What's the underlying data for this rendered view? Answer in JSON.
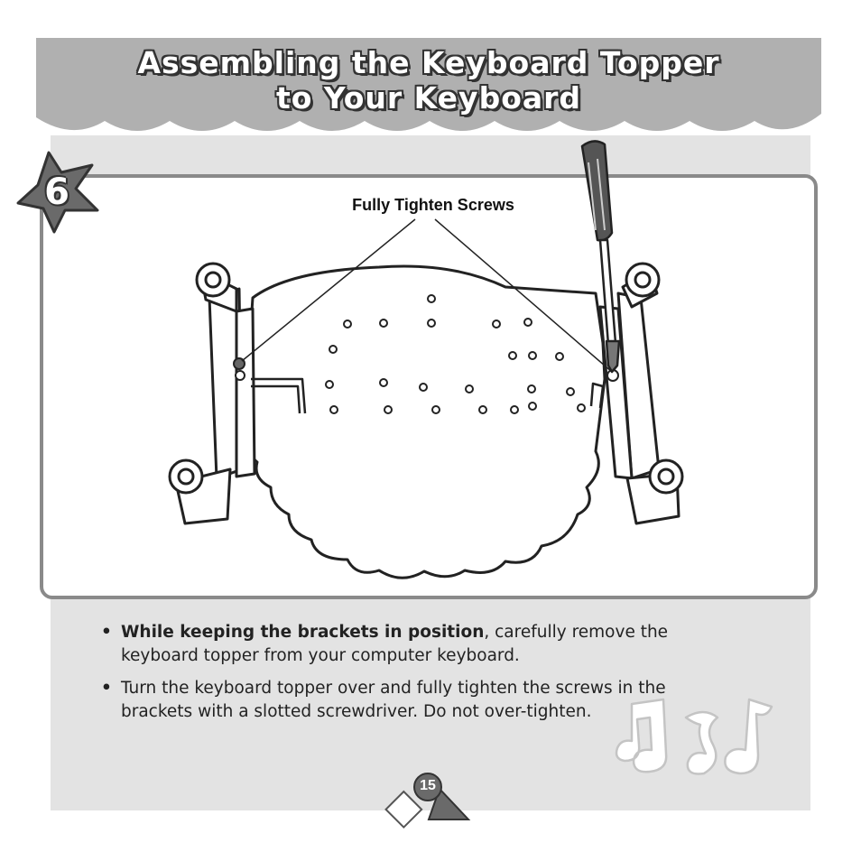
{
  "header": {
    "title_line_1": "Assembling the Keyboard Topper",
    "title_line_2": "to Your Keyboard"
  },
  "step": {
    "number": "6"
  },
  "illustration": {
    "callout": "Fully Tighten Screws"
  },
  "instructions": [
    {
      "bold": "While keeping the brackets in position",
      "rest": ", carefully remove the keyboard topper from your computer keyboard."
    },
    {
      "bold": "",
      "rest": "Turn the keyboard topper over and fully tighten the screws in the brackets with a slotted screwdriver. Do not over-tighten."
    }
  ],
  "footer": {
    "page_number": "15"
  },
  "colors": {
    "header_gray": "#b0b0b0",
    "body_gray": "#e3e3e3",
    "panel_border": "#8a8a8a",
    "shape_gray": "#6a6a6a"
  }
}
